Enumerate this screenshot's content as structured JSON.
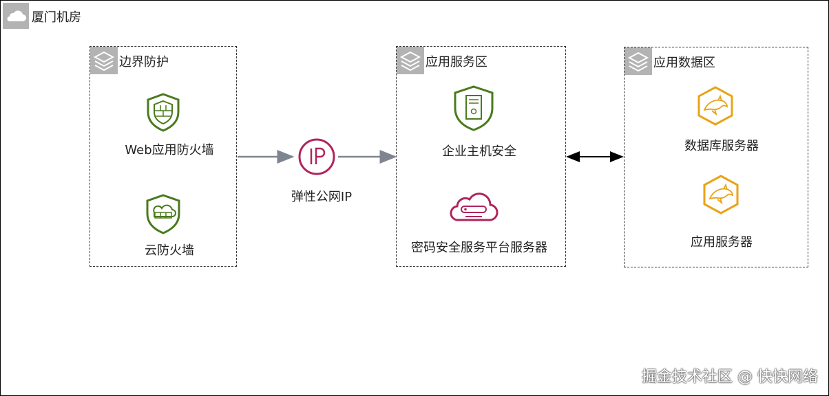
{
  "region": {
    "label": "厦门机房",
    "icon": "cloud-icon"
  },
  "groups": {
    "border": {
      "title": "边界防护",
      "icon": "layers-icon"
    },
    "app_service": {
      "title": "应用服务区",
      "icon": "layers-icon"
    },
    "app_data": {
      "title": "应用数据区",
      "icon": "layers-icon"
    }
  },
  "nodes": {
    "waf": {
      "label": "Web应用防火墙",
      "icon": "shield-firewall-icon",
      "color": "#4a7a1c"
    },
    "cfw": {
      "label": "云防火墙",
      "icon": "shield-cloud-firewall-icon",
      "color": "#4a7a1c"
    },
    "eip": {
      "label": "弹性公网IP",
      "icon": "ip-icon",
      "color": "#b0245c"
    },
    "hss": {
      "label": "企业主机安全",
      "icon": "shield-host-icon",
      "color": "#4a7a1c"
    },
    "kms": {
      "label": "密码安全服务平台服务器",
      "icon": "cloud-server-icon",
      "color": "#b0245c"
    },
    "db": {
      "label": "数据库服务器",
      "icon": "mysql-dolphin-icon",
      "color": "#e8a317"
    },
    "appsrv": {
      "label": "应用服务器",
      "icon": "mysql-dolphin-icon",
      "color": "#e8a317"
    }
  },
  "watermark": "掘金技术社区 @ 快快网络"
}
